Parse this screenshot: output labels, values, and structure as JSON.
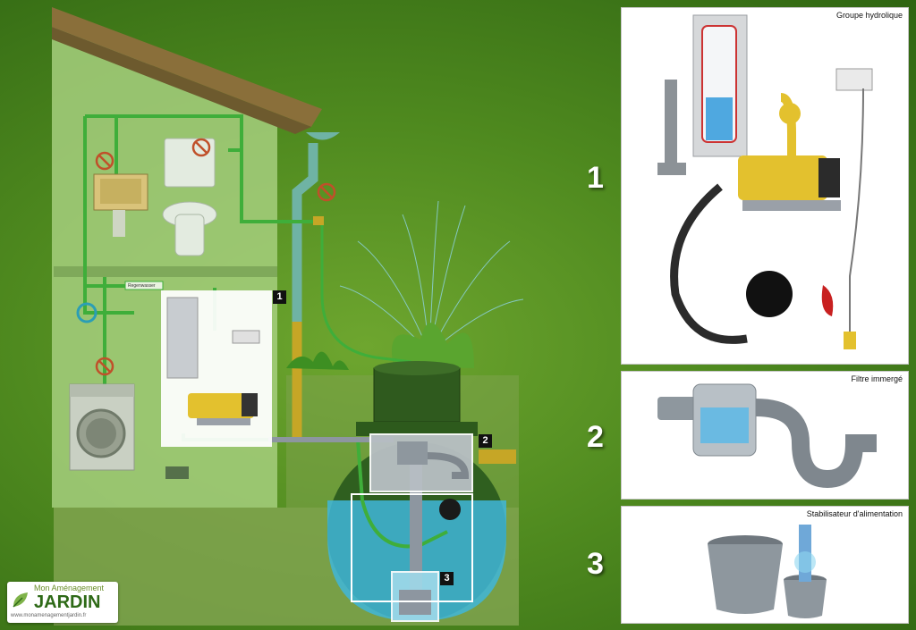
{
  "panels": [
    {
      "number": "1",
      "title": "Groupe hydrolique"
    },
    {
      "number": "2",
      "title": "Filtre immergé"
    },
    {
      "number": "3",
      "title": "Stabilisateur d'alimentation"
    }
  ],
  "markers": [
    "1",
    "2",
    "3"
  ],
  "pipe_label": "Regenwasser",
  "logo": {
    "line1": "Mon Aménagement",
    "line2": "JARDIN",
    "url": "www.monamenagementjardin.fr"
  },
  "colors": {
    "background": "#4f8a1f",
    "house_wall": "#a6cf7e",
    "pipe_green": "#3fae3a",
    "water": "#4fc4e6",
    "tank": "#2d5a1c",
    "no_drink_sign": "#c0502a"
  }
}
